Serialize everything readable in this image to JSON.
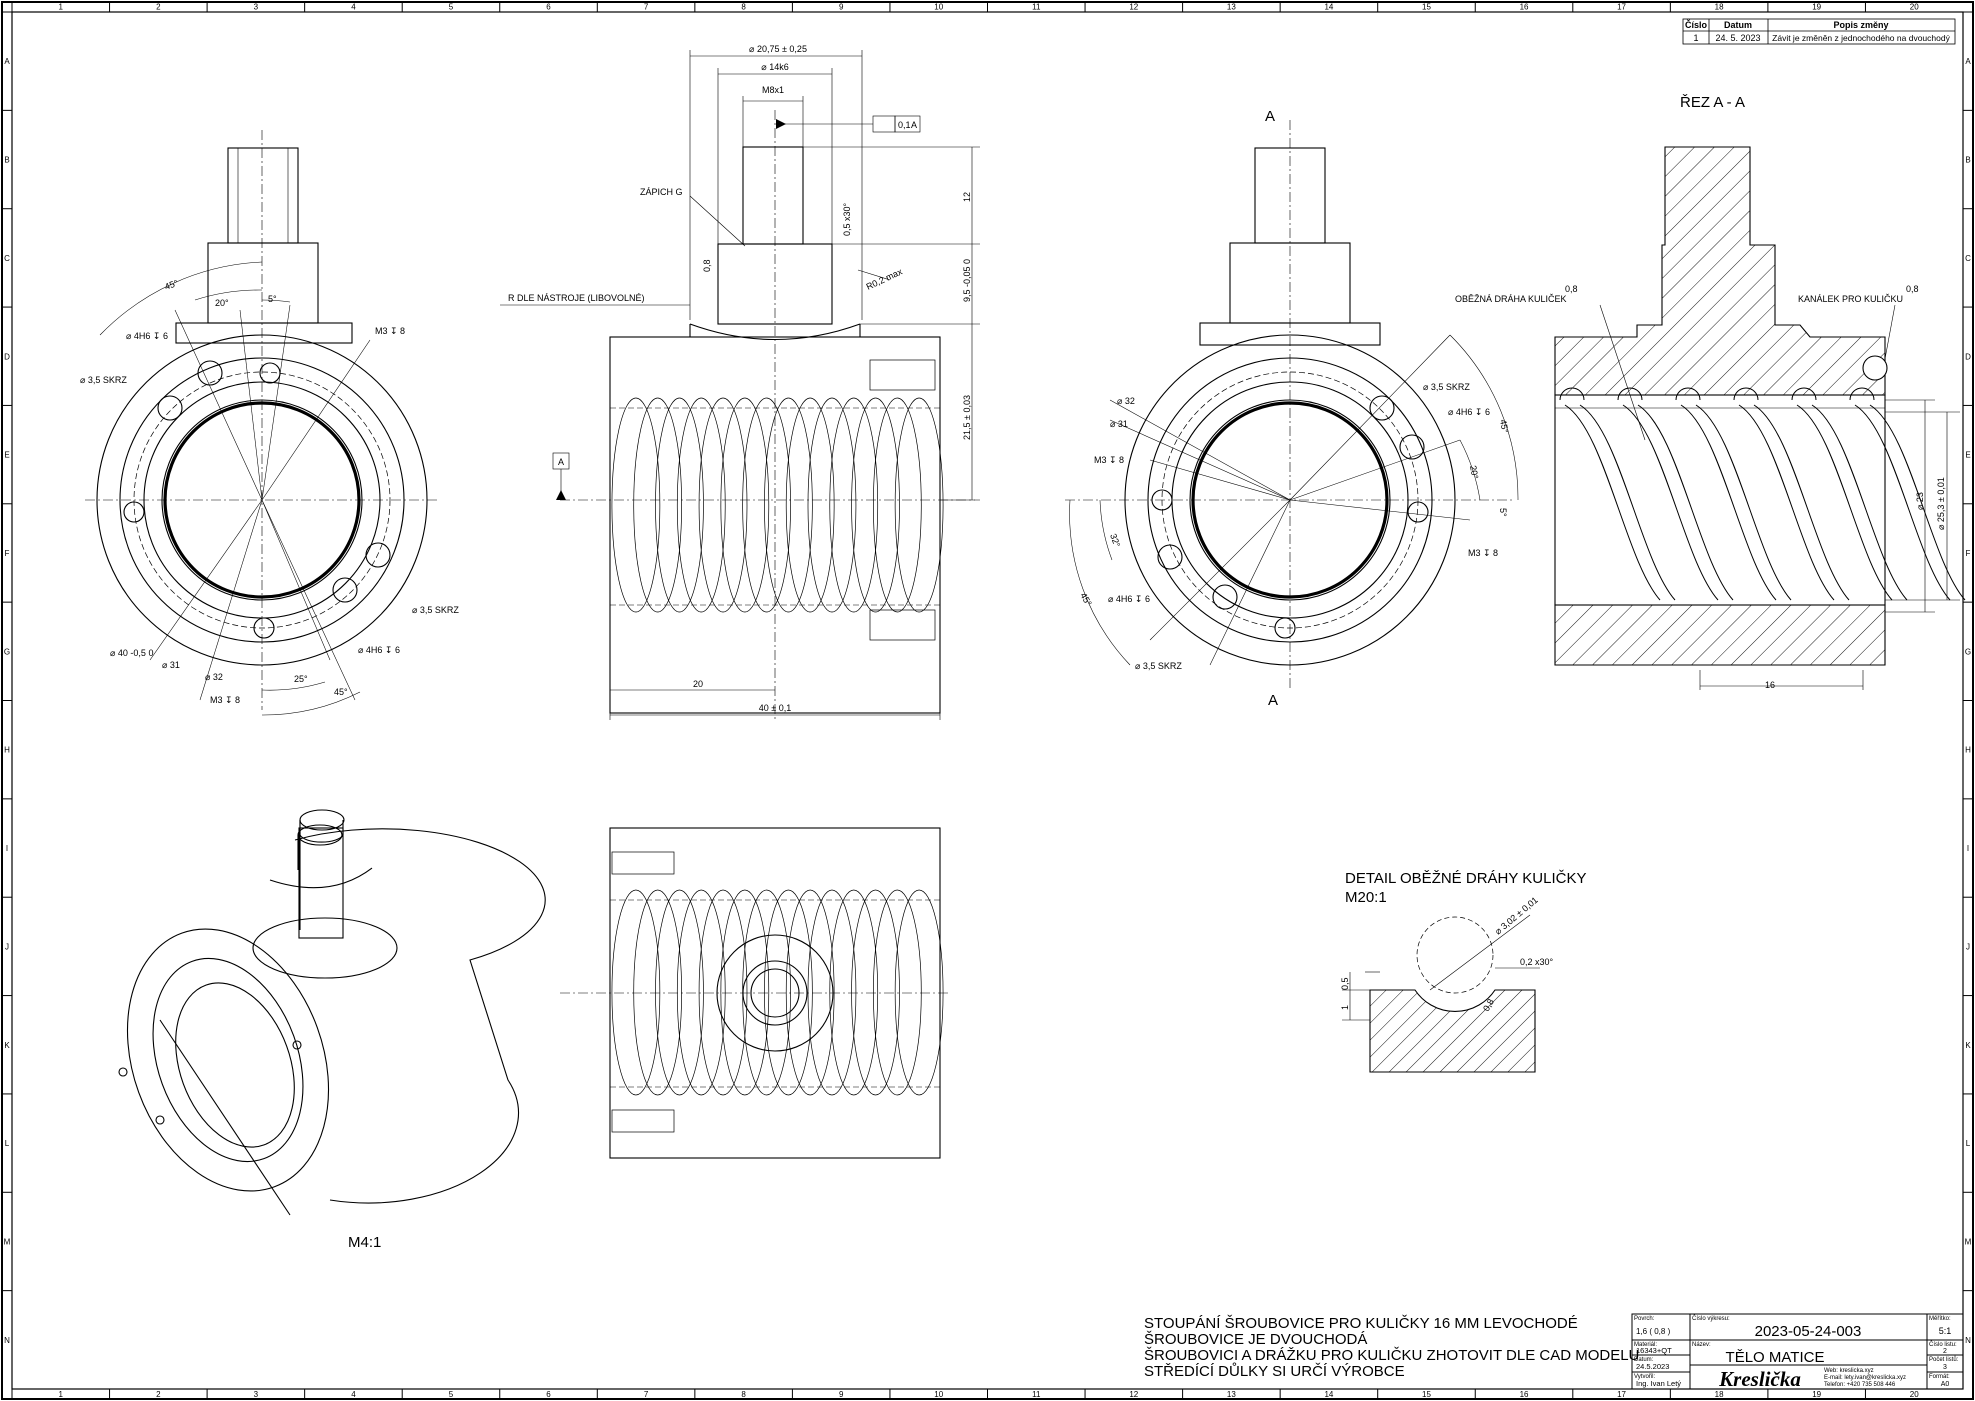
{
  "sheet": {
    "col_labels": [
      "1",
      "2",
      "3",
      "4",
      "5",
      "6",
      "7",
      "8",
      "9",
      "10",
      "11",
      "12",
      "13",
      "14",
      "15",
      "16",
      "17",
      "18",
      "19",
      "20"
    ],
    "row_labels": [
      "A",
      "B",
      "C",
      "D",
      "E",
      "F",
      "G",
      "H",
      "I",
      "J",
      "K",
      "L",
      "M",
      "N"
    ]
  },
  "revision": {
    "headers": [
      "Číslo",
      "Datum",
      "Popis změny"
    ],
    "rows": [
      [
        "1",
        "24. 5. 2023",
        "Závit je změněn z jednochodého na dvouchodý"
      ]
    ]
  },
  "front_view": {
    "dims": [
      "45°",
      "20°",
      "5°",
      "M3 ↧ 8",
      "⌀ 4H6 ↧ 6",
      "⌀ 3,5 SKRZ",
      "⌀ 3,5 SKRZ",
      "⌀ 40 -0,5 0",
      "⌀ 31",
      "⌀ 32",
      "M3 ↧ 8",
      "⌀ 4H6 ↧ 6",
      "25°",
      "45°"
    ]
  },
  "side_view": {
    "dims": [
      "⌀ 20,75 ± 0,25",
      "⌀ 14k6",
      "M8x1",
      "0,1",
      "A",
      "ZÁPICH G",
      "0,5 x30°",
      "0,8",
      "R DLE NÁSTROJE (LIBOVOLNÉ)",
      "R0,2 max",
      "12",
      "9,5 -0,05 0",
      "21,5 ± 0,03",
      "20",
      "40 ± 0,1",
      "A"
    ]
  },
  "rear_view": {
    "dims": [
      "A",
      "A",
      "⌀ 3,5 SKRZ",
      "⌀ 4H6 ↧ 6",
      "45°",
      "20°",
      "5°",
      "⌀ 32",
      "⌀ 31",
      "M3 ↧ 8",
      "32°",
      "45°",
      "⌀ 4H6 ↧ 6",
      "⌀ 3,5 SKRZ",
      "M3 ↧ 8"
    ]
  },
  "section": {
    "title": "ŘEZ A - A",
    "labels": [
      "OBĚŽNÁ DRÁHA KULIČEK",
      "0,8",
      "KANÁLEK PRO KULIČKU",
      "0,8",
      "⌀ 23",
      "⌀ 25,3 ± 0,01",
      "16"
    ]
  },
  "detail": {
    "title": "DETAIL OBĚŽNÉ DRÁHY KULIČKY",
    "scale": "M20:1",
    "labels": [
      "⌀ 3,02 ± 0,01",
      "0,2 x30°",
      "0,5",
      "1",
      "0,8"
    ]
  },
  "iso_view": {
    "scale": "M4:1"
  },
  "notes": [
    "STOUPÁNÍ ŠROUBOVICE PRO KULIČKY 16 MM LEVOCHODÉ",
    "ŠROUBOVICE JE DVOUCHODÁ",
    "ŠROUBOVICI A DRÁŽKU PRO KULIČKU ZHOTOVIT DLE CAD MODELU",
    "STŘEDÍCÍ DŮLKY SI URČÍ VÝROBCE"
  ],
  "title_block": {
    "povrch_label": "Povrch:",
    "roughness": "1,6 ( 0,8 )",
    "material_label": "Materiál:",
    "material": "16343+QT",
    "datum_label": "Datum:",
    "datum": "24.5.2023",
    "vytvoril_label": "Vytvořil:",
    "vytvoril": "Ing. Ivan Letý",
    "cislo_label": "Číslo výkresu:",
    "drawing_number": "2023-05-24-003",
    "nazev_label": "Název:",
    "title": "TĚLO MATICE",
    "brand": "Kreslička",
    "web": "Web: kreslicka.xyz",
    "email": "E-mail: lety.ivan@kreslicka.xyz",
    "phone": "Telefon: +420 735 508 446",
    "meritko_label": "Měřítko:",
    "scale": "5:1",
    "cislo_listu_label": "Číslo listu:",
    "sheet_no": "2",
    "pocet_listu_label": "Počet listů:",
    "sheet_count": "3",
    "format_label": "Formát:",
    "format": "A0"
  }
}
